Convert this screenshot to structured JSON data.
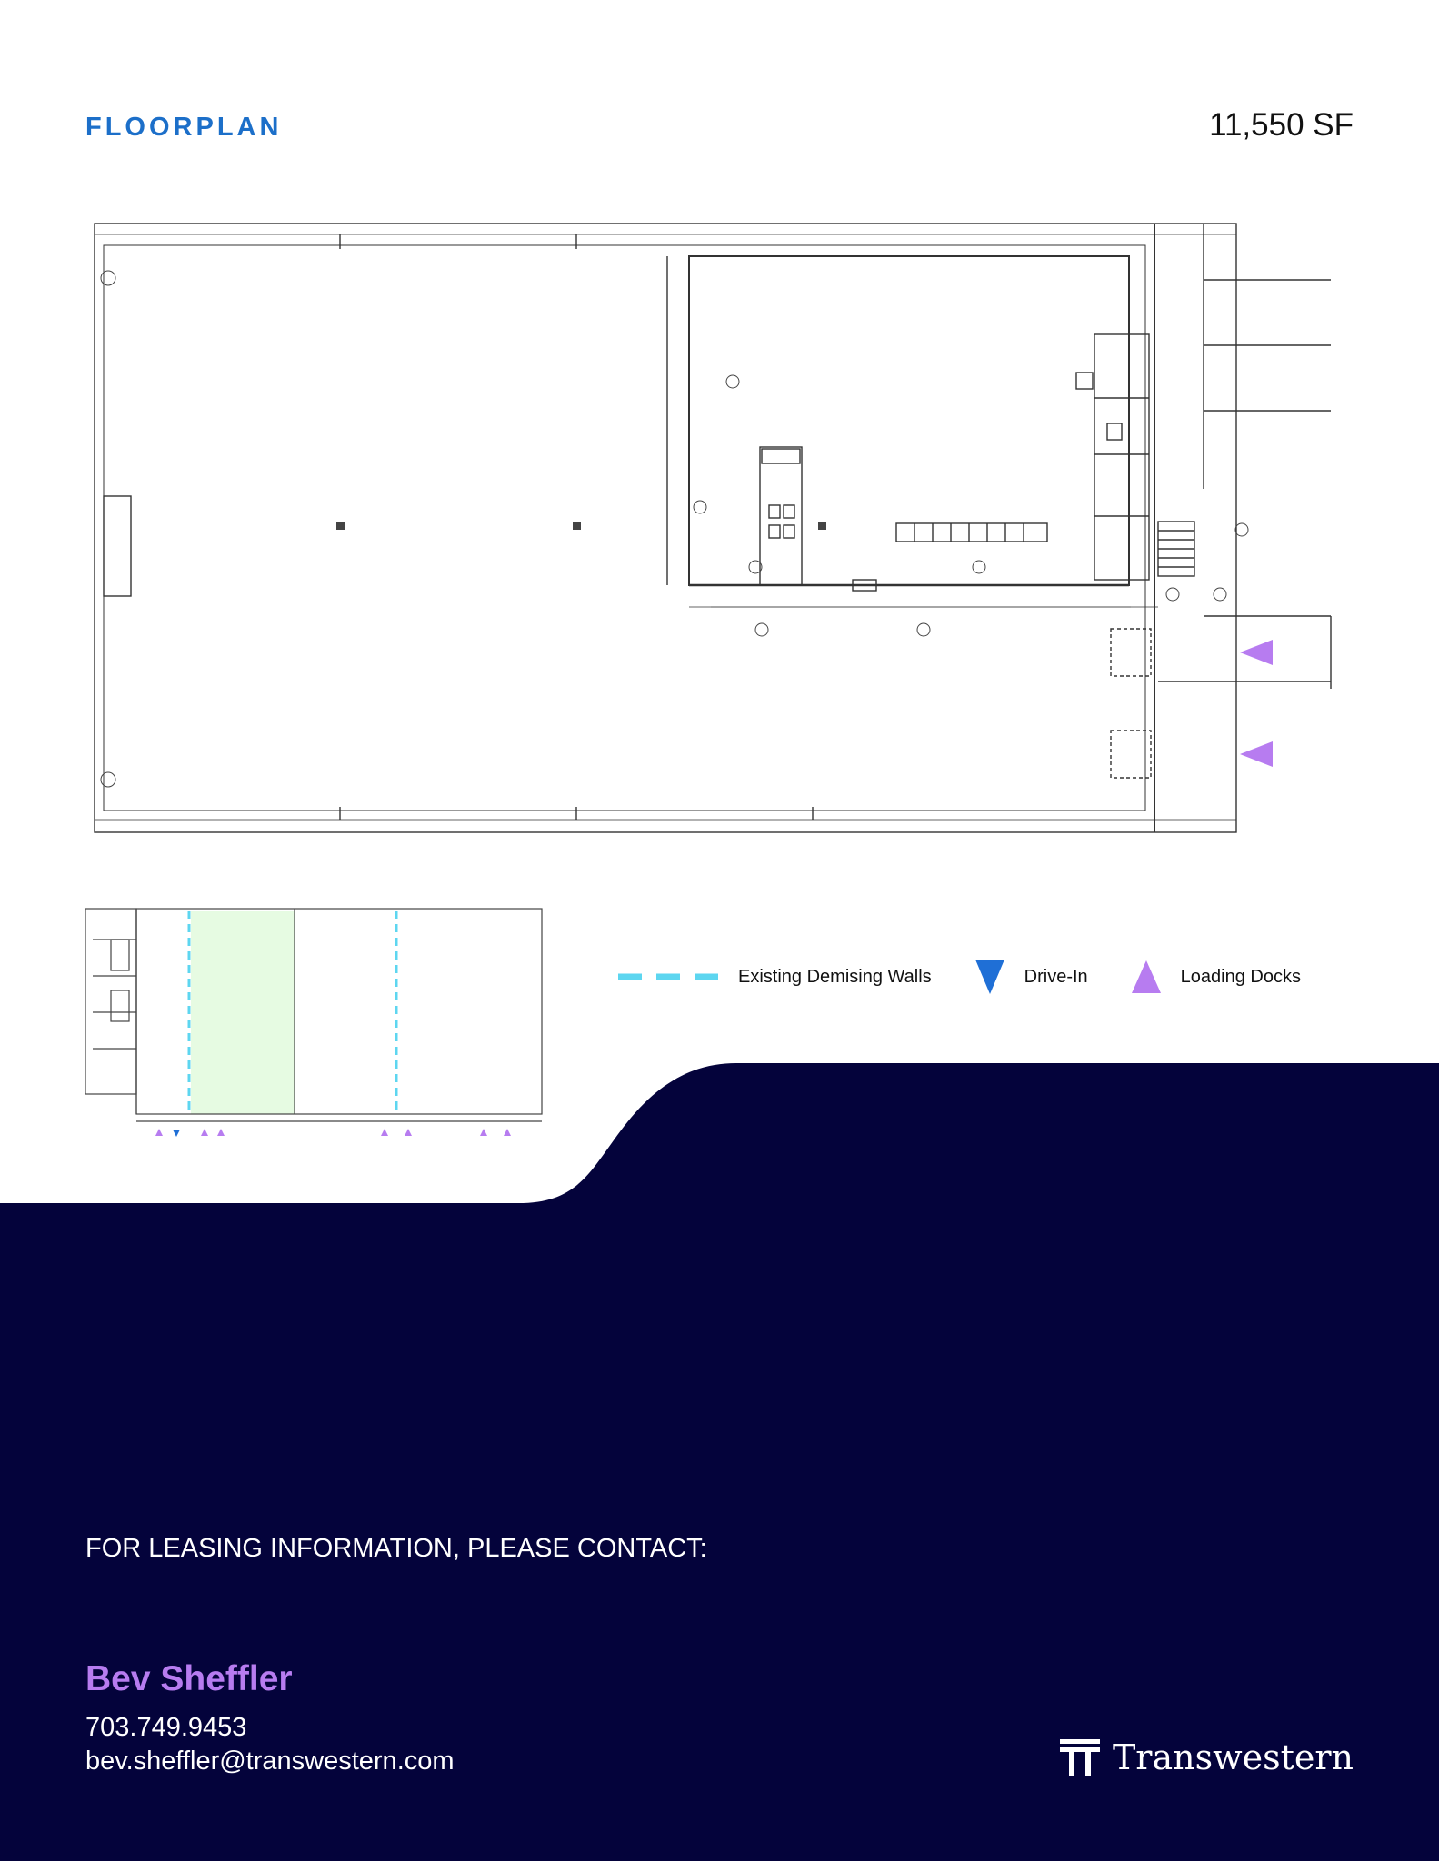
{
  "header": {
    "title": "FLOORPLAN",
    "square_feet": "11,550 SF"
  },
  "legend": {
    "items": [
      {
        "label": "Existing Demising Walls",
        "icon": "dashed-line-icon",
        "color": "#5dd6f0"
      },
      {
        "label": "Drive-In",
        "icon": "triangle-down-icon",
        "color": "#1f6fd6"
      },
      {
        "label": "Loading Docks",
        "icon": "triangle-up-icon",
        "color": "#b77cf0"
      }
    ]
  },
  "contact": {
    "heading": "FOR LEASING INFORMATION, PLEASE CONTACT:",
    "name": "Bev Sheffler",
    "phone": "703.749.9453",
    "email": "bev.sheffler@transwestern.com"
  },
  "brand": {
    "name": "Transwestern",
    "icon": "transwestern-logo-icon"
  },
  "colors": {
    "accent_blue": "#1c6fc9",
    "navy": "#04033b",
    "highlight_purple": "#b77cf0",
    "suite_highlight": "#e6fbe2"
  }
}
